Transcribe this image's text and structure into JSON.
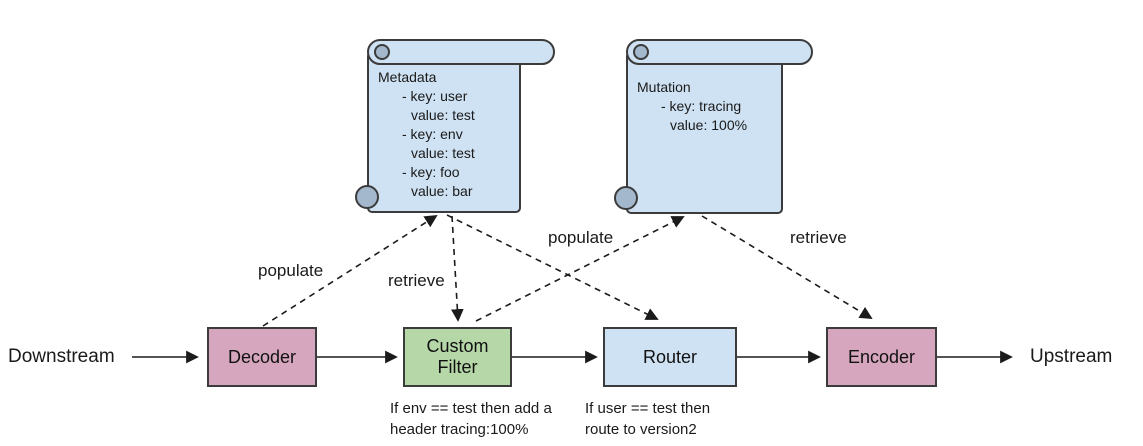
{
  "colors": {
    "scroll_fill": "#cfe2f3",
    "scroll_shade": "#a3b8cc",
    "shape_stroke": "#3b3b3b",
    "line": "#1b1b1b",
    "node_pink": "#d5a6bd",
    "node_green": "#b6d7a8",
    "node_blue": "#cfe2f3"
  },
  "diagram": {
    "left_endpoint": "Downstream",
    "right_endpoint": "Upstream",
    "nodes": [
      {
        "label": "Decoder",
        "color": "#d5a6bd"
      },
      {
        "label": "Custom Filter",
        "color": "#b6d7a8",
        "note": [
          "If env == test then add a",
          "header tracing:100%"
        ]
      },
      {
        "label": "Router",
        "color": "#cfe2f3",
        "note": [
          "If user == test then",
          "route to version2"
        ]
      },
      {
        "label": "Encoder",
        "color": "#d5a6bd"
      }
    ],
    "scrolls": [
      {
        "title": "Metadata",
        "lines": [
          "- key: user",
          "value: test",
          "- key: env",
          "value: test",
          "- key: foo",
          "value: bar"
        ]
      },
      {
        "title": "Mutation",
        "lines": [
          "- key: tracing",
          "value: 100%"
        ]
      }
    ],
    "edges": [
      {
        "label": "populate"
      },
      {
        "label": "retrieve"
      },
      {
        "label": "populate"
      },
      {
        "label": "retrieve"
      }
    ]
  }
}
